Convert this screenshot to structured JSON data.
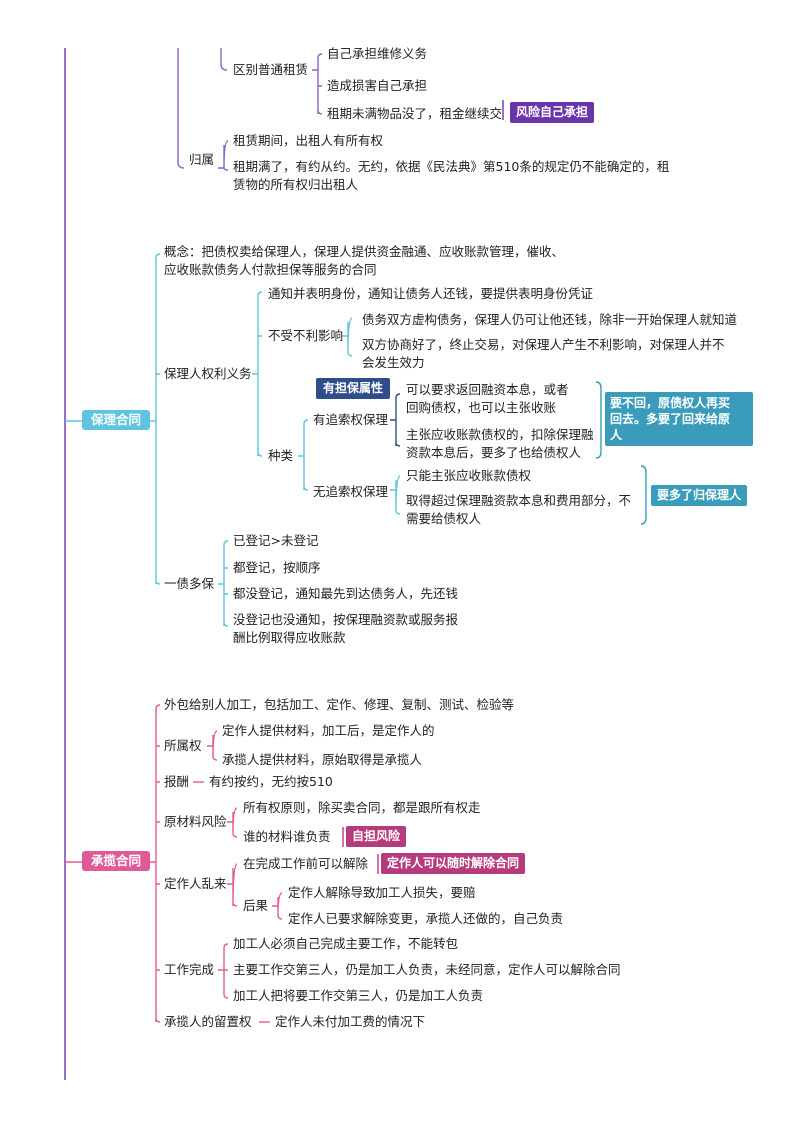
{
  "colors": {
    "purple": "#6a35a8",
    "teal": "#3a9cba",
    "teal_light": "#5ec4e0",
    "navy": "#2f4d8a",
    "pink": "#e05a9a",
    "magenta": "#b53b7c",
    "line_gray": "#8f8f8f"
  },
  "lease": {
    "distinguish": "区别普通租赁",
    "d1": "自己承担维修义务",
    "d2": "造成损害自己承担",
    "d3": "租期未满物品没了，租金继续交",
    "d3_tag": "风险自己承担",
    "ownership": "归属",
    "o1": "租赁期间，出租人有所有权",
    "o2_line1": "租期满了，有约从约。无约，依据《民法典》第510条的规定仍不能确定的，租",
    "o2_line2": "赁物的所有权归出租人"
  },
  "factoring": {
    "root": "保理合同",
    "concept_line1": "概念：把债权卖给保理人，保理人提供资金融通、应收账款管理，催收、",
    "concept_line2": "应收账款债务人付款担保等服务的合同",
    "rights": "保理人权利义务",
    "r1": "通知并表明身份，通知让债务人还钱，要提供表明身份凭证",
    "unaffected": "不受不利影响",
    "u1": "债务双方虚构债务，保理人仍可让他还钱，除非一开始保理人就知道",
    "u2_line1": "双方协商好了，终止交易，对保理人产生不利影响，对保理人并不",
    "u2_line2": "会发生效力",
    "types": "种类",
    "recourse": "有追索权保理",
    "recourse_tag": "有担保属性",
    "rc1_line1": "可以要求返回融资本息，或者",
    "rc1_line2": "回购债权，也可以主张收账",
    "rc2_line1": "主张应收账款债权的，扣除保理融",
    "rc2_line2": "资款本息后，要多了也给债权人",
    "recourse_note_line1": "要不回，原债权人再买",
    "recourse_note_line2": "回去。多要了回来给原",
    "recourse_note_line3": "人",
    "nonrecourse": "无追索权保理",
    "nr1": "只能主张应收账款债权",
    "nr2_line1": "取得超过保理融资款本息和费用部分，不",
    "nr2_line2": "需要给债权人",
    "nonrecourse_note": "要多了归保理人",
    "multi": "一债多保",
    "m1": "已登记>未登记",
    "m2": "都登记，按顺序",
    "m3": "都没登记，通知最先到达债务人，先还钱",
    "m4_line1": "没登记也没通知，按保理融资款或服务报",
    "m4_line2": "酬比例取得应收账款"
  },
  "contracting": {
    "root": "承揽合同",
    "c1": "外包给别人加工，包括加工、定作、修理、复制、测试、检验等",
    "ownership": "所属权",
    "ow1": "定作人提供材料，加工后，是定作人的",
    "ow2": "承揽人提供材料，原始取得是承揽人",
    "pay": "报酬",
    "pay_detail": "有约按约，无约按510",
    "material_risk": "原材料风险",
    "mr1": "所有权原则，除买卖合同，都是跟所有权走",
    "mr2": "谁的材料谁负责",
    "mr2_tag": "自担风险",
    "chaos": "定作人乱来",
    "ch1": "在完成工作前可以解除",
    "ch1_tag": "定作人可以随时解除合同",
    "consequence": "后果",
    "cq1": "定作人解除导致加工人损失，要赔",
    "cq2": "定作人已要求解除变更，承揽人还做的，自己负责",
    "work": "工作完成",
    "w1": "加工人必须自己完成主要工作，不能转包",
    "w2": "主要工作交第三人，仍是加工人负责，未经同意，定作人可以解除合同",
    "w3": "加工人把将要工作交第三人，仍是加工人负责",
    "lien": "承揽人的留置权",
    "lien_detail": "定作人未付加工费的情况下"
  }
}
